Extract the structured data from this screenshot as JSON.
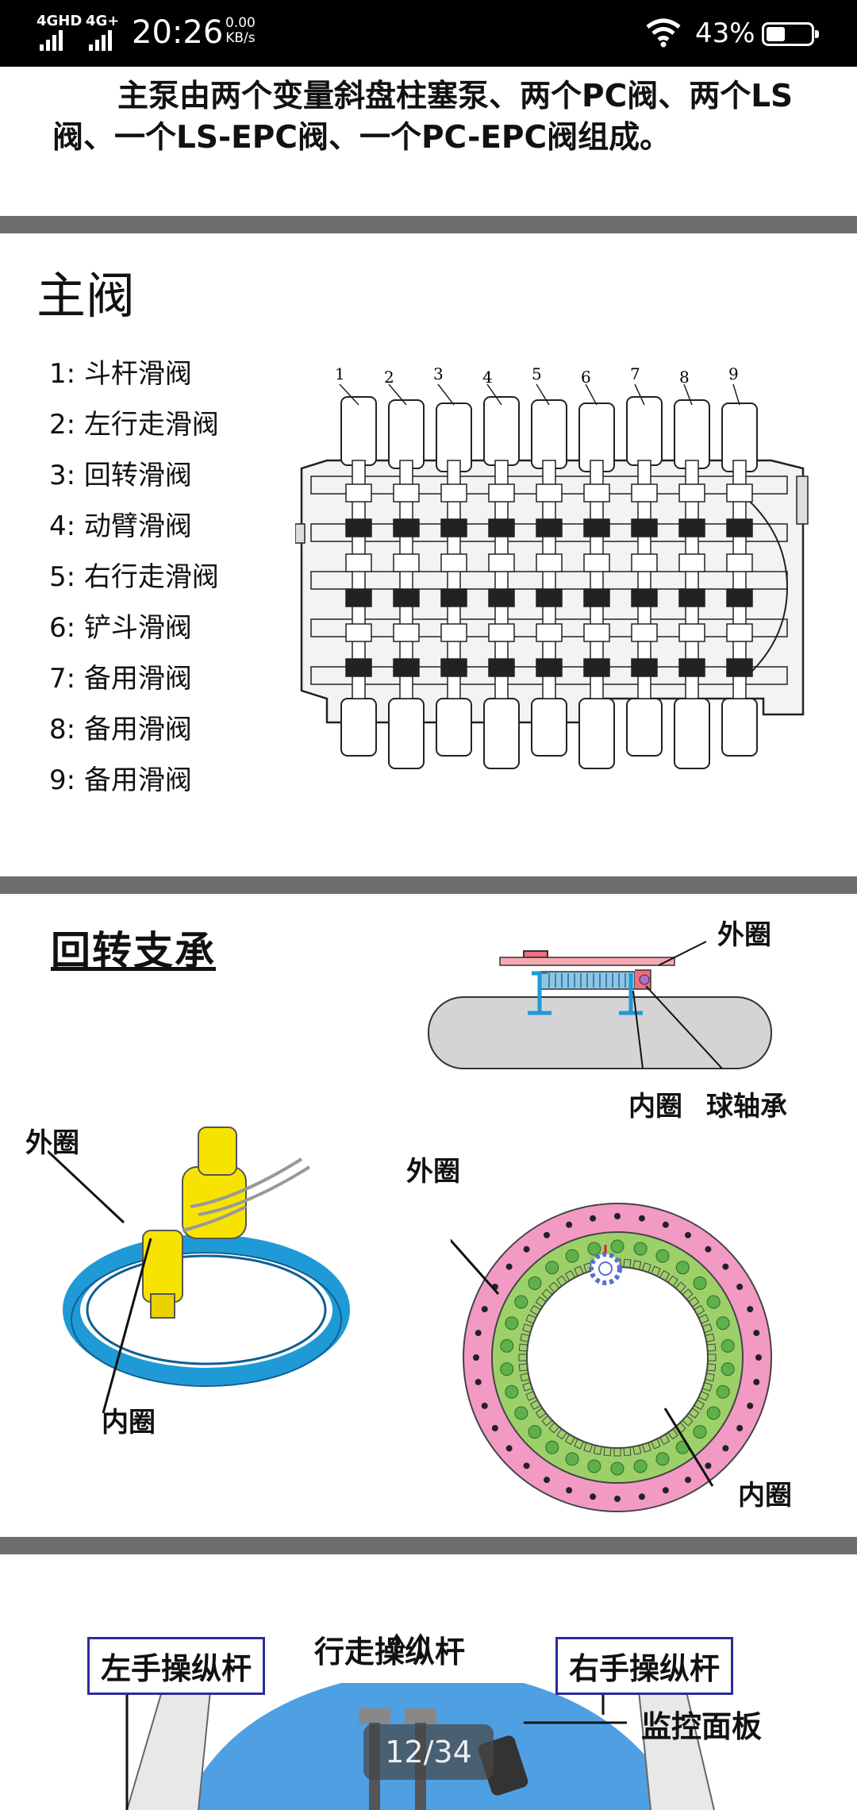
{
  "status_bar": {
    "net1": "4GHD",
    "net2": "4G+",
    "time": "20:26",
    "speed_value": "0.00",
    "speed_unit": "KB/s",
    "battery_percent": "43%",
    "battery_level": 0.43
  },
  "intro": {
    "text": "主泵由两个变量斜盘柱塞泵、两个PC阀、两个LS阀、一个LS-EPC阀、一个PC-EPC阀组成。"
  },
  "main_valve": {
    "title": "主阀",
    "items": [
      {
        "label": "1:  斗杆滑阀"
      },
      {
        "label": "2:  左行走滑阀"
      },
      {
        "label": "3:  回转滑阀"
      },
      {
        "label": "4:  动臂滑阀"
      },
      {
        "label": "5:  右行走滑阀"
      },
      {
        "label": "6:  铲斗滑阀"
      },
      {
        "label": "7:  备用滑阀"
      },
      {
        "label": "8:  备用滑阀"
      },
      {
        "label": "9:  备用滑阀"
      }
    ],
    "diagram_numbers": [
      "1",
      "2",
      "3",
      "4",
      "5",
      "6",
      "7",
      "8",
      "9"
    ]
  },
  "slewing": {
    "title": "回转支承",
    "labels": {
      "outer_ring_top": "外圈",
      "inner_ring_top": "内圈",
      "ball_bearing": "球轴承",
      "outer_ring_left": "外圈",
      "inner_ring_left": "内圈",
      "outer_ring_right": "外圈",
      "inner_ring_right": "内圈"
    }
  },
  "controls": {
    "left_lever": "左手操纵杆",
    "travel_lever": "行走操纵杆",
    "right_lever": "右手操纵杆",
    "monitor_panel": "监控面板"
  },
  "pager": {
    "text": "12/34"
  },
  "colors": {
    "divider": "#6e6e6e",
    "ring_blue": "#1f9ad6",
    "ring_pink": "#f29ac4",
    "ring_green": "#9ed06a",
    "motor_yellow": "#f6e400"
  }
}
